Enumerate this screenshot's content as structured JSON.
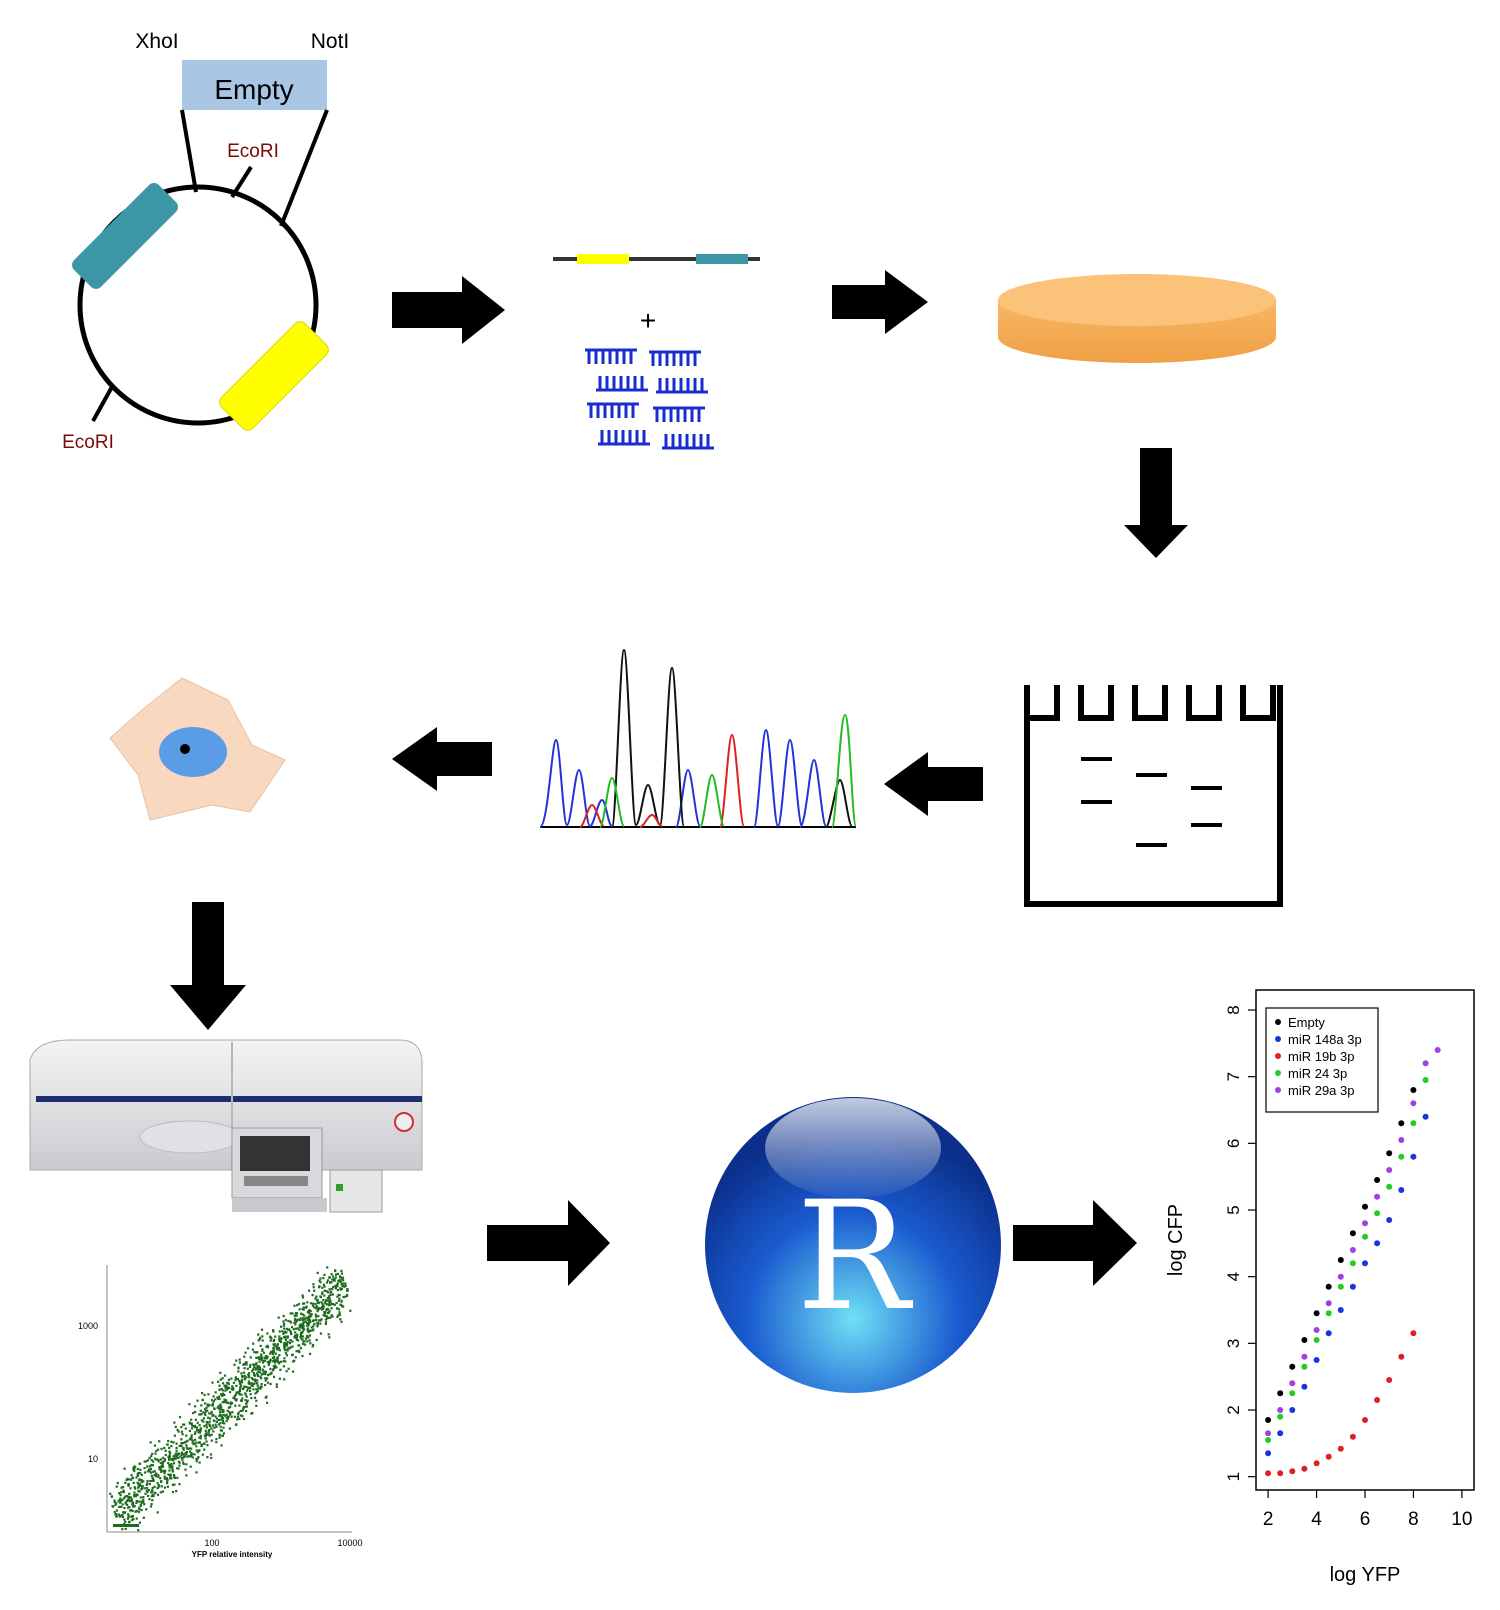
{
  "plasmid": {
    "insert_label": "Empty",
    "site_left": "XhoI",
    "site_right": "NotI",
    "ecori_top": "EcoRI",
    "ecori_bottom": "EcoRI"
  },
  "transfection": {
    "plus_sign": "+"
  },
  "flow_scatter": {
    "y_ticks": [
      "1000",
      "10"
    ],
    "x_ticks": [
      "100",
      "10000"
    ],
    "xlabel": "YFP relative intensity",
    "dot_color": "#1f6b1f"
  },
  "r_logo": {
    "letter": "R"
  },
  "colors": {
    "cfp_box": "#3b96a6",
    "yfp_box": "#ffff00",
    "insert_box": "#a9c6e4",
    "ecori_text": "#7a0a0a",
    "sirna": "#1a2ecc",
    "dish": "#f8b765",
    "cell_body": "#f9d8c0",
    "nucleus": "#5b9ce6",
    "r_ball": "#1a5bd0"
  },
  "chart_data": {
    "type": "scatter",
    "xlabel": "log YFP",
    "ylabel": "log CFP",
    "xlim": [
      1.5,
      10.5
    ],
    "ylim": [
      0.8,
      8.3
    ],
    "xticks": [
      2,
      4,
      6,
      8,
      10
    ],
    "yticks": [
      1,
      2,
      3,
      4,
      5,
      6,
      7,
      8
    ],
    "grid": false,
    "legend_position": "top-left",
    "series": [
      {
        "name": "Empty",
        "color": "#000000",
        "x": [
          2.0,
          2.5,
          3.0,
          3.5,
          4.0,
          4.5,
          5.0,
          5.5,
          6.0,
          6.5,
          7.0,
          7.5,
          8.0
        ],
        "y": [
          1.85,
          2.25,
          2.65,
          3.05,
          3.45,
          3.85,
          4.25,
          4.65,
          5.05,
          5.45,
          5.85,
          6.3,
          6.8
        ]
      },
      {
        "name": "miR 148a 3p",
        "color": "#1a35e0",
        "x": [
          2.0,
          2.5,
          3.0,
          3.5,
          4.0,
          4.5,
          5.0,
          5.5,
          6.0,
          6.5,
          7.0,
          7.5,
          8.0,
          8.5
        ],
        "y": [
          1.35,
          1.65,
          2.0,
          2.35,
          2.75,
          3.15,
          3.5,
          3.85,
          4.2,
          4.5,
          4.85,
          5.3,
          5.8,
          6.4
        ]
      },
      {
        "name": "miR 19b 3p",
        "color": "#e02020",
        "x": [
          2.0,
          2.5,
          3.0,
          3.5,
          4.0,
          4.5,
          5.0,
          5.5,
          6.0,
          6.5,
          7.0,
          7.5,
          8.0
        ],
        "y": [
          1.05,
          1.05,
          1.08,
          1.12,
          1.2,
          1.3,
          1.42,
          1.6,
          1.85,
          2.15,
          2.45,
          2.8,
          3.15
        ]
      },
      {
        "name": "miR 24 3p",
        "color": "#22cc22",
        "x": [
          2.0,
          2.5,
          3.0,
          3.5,
          4.0,
          4.5,
          5.0,
          5.5,
          6.0,
          6.5,
          7.0,
          7.5,
          8.0,
          8.5
        ],
        "y": [
          1.55,
          1.9,
          2.25,
          2.65,
          3.05,
          3.45,
          3.85,
          4.2,
          4.6,
          4.95,
          5.35,
          5.8,
          6.3,
          6.95
        ]
      },
      {
        "name": "miR 29a 3p",
        "color": "#a040e0",
        "x": [
          2.0,
          2.5,
          3.0,
          3.5,
          4.0,
          4.5,
          5.0,
          5.5,
          6.0,
          6.5,
          7.0,
          7.5,
          8.0,
          8.5,
          9.0
        ],
        "y": [
          1.65,
          2.0,
          2.4,
          2.8,
          3.2,
          3.6,
          4.0,
          4.4,
          4.8,
          5.2,
          5.6,
          6.05,
          6.6,
          7.2,
          7.4
        ]
      }
    ]
  }
}
